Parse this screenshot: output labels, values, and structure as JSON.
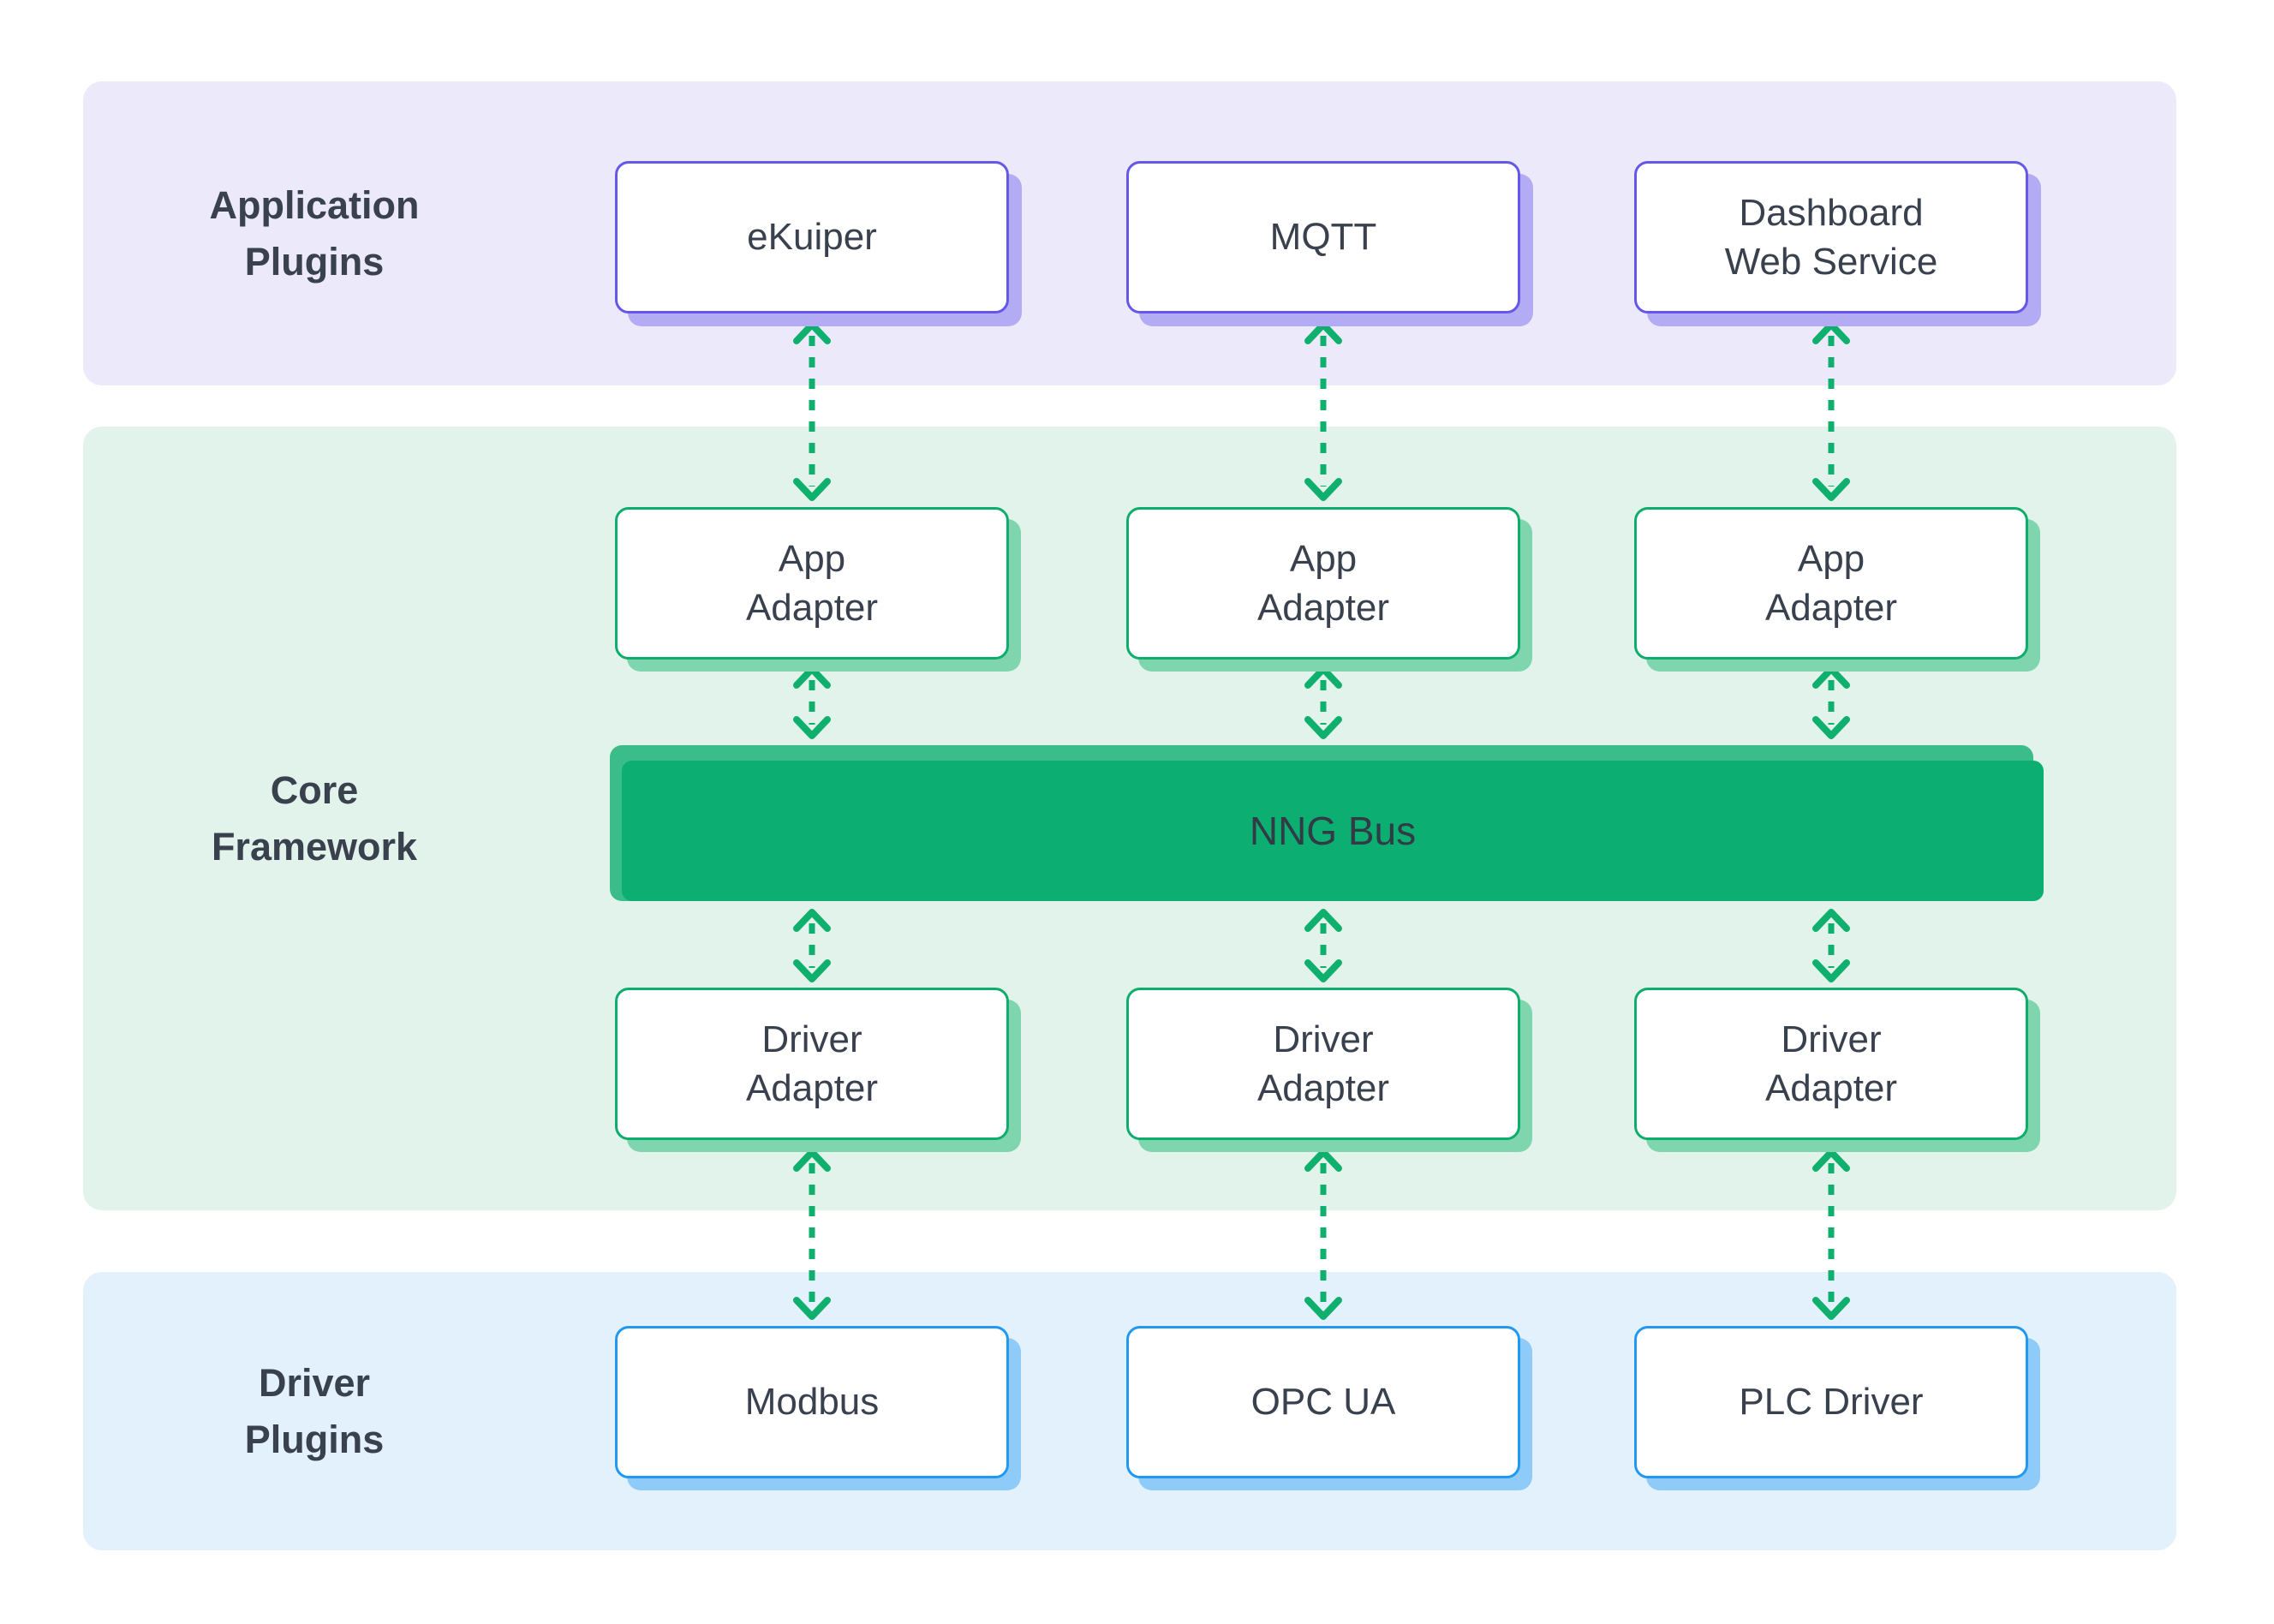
{
  "colors": {
    "purple_band": "#ECE9FB",
    "purple_border": "#6558E8",
    "purple_shadow": "#B4ABF5",
    "green_band": "#E2F3EB",
    "green_border": "#0EAD6D",
    "green_shadow": "#7FD5AD",
    "blue_band": "#E3F1FD",
    "blue_border": "#2199F2",
    "blue_shadow": "#8FCBF9",
    "bus_light": "#3BBD89",
    "bus_dark": "#0DAE71",
    "arrow": "#0FAF6E",
    "text": "#3A414E"
  },
  "sections": {
    "application_plugins": {
      "label": "Application\nPlugins",
      "items": [
        "eKuiper",
        "MQTT",
        "Dashboard\nWeb Service"
      ]
    },
    "core_framework": {
      "label": "Core\nFramework",
      "app_adapters": [
        "App\nAdapter",
        "App\nAdapter",
        "App\nAdapter"
      ],
      "bus_label": "NNG Bus",
      "driver_adapters": [
        "Driver\nAdapter",
        "Driver\nAdapter",
        "Driver\nAdapter"
      ]
    },
    "driver_plugins": {
      "label": "Driver\nPlugins",
      "items": [
        "Modbus",
        "OPC UA",
        "PLC Driver"
      ]
    }
  }
}
